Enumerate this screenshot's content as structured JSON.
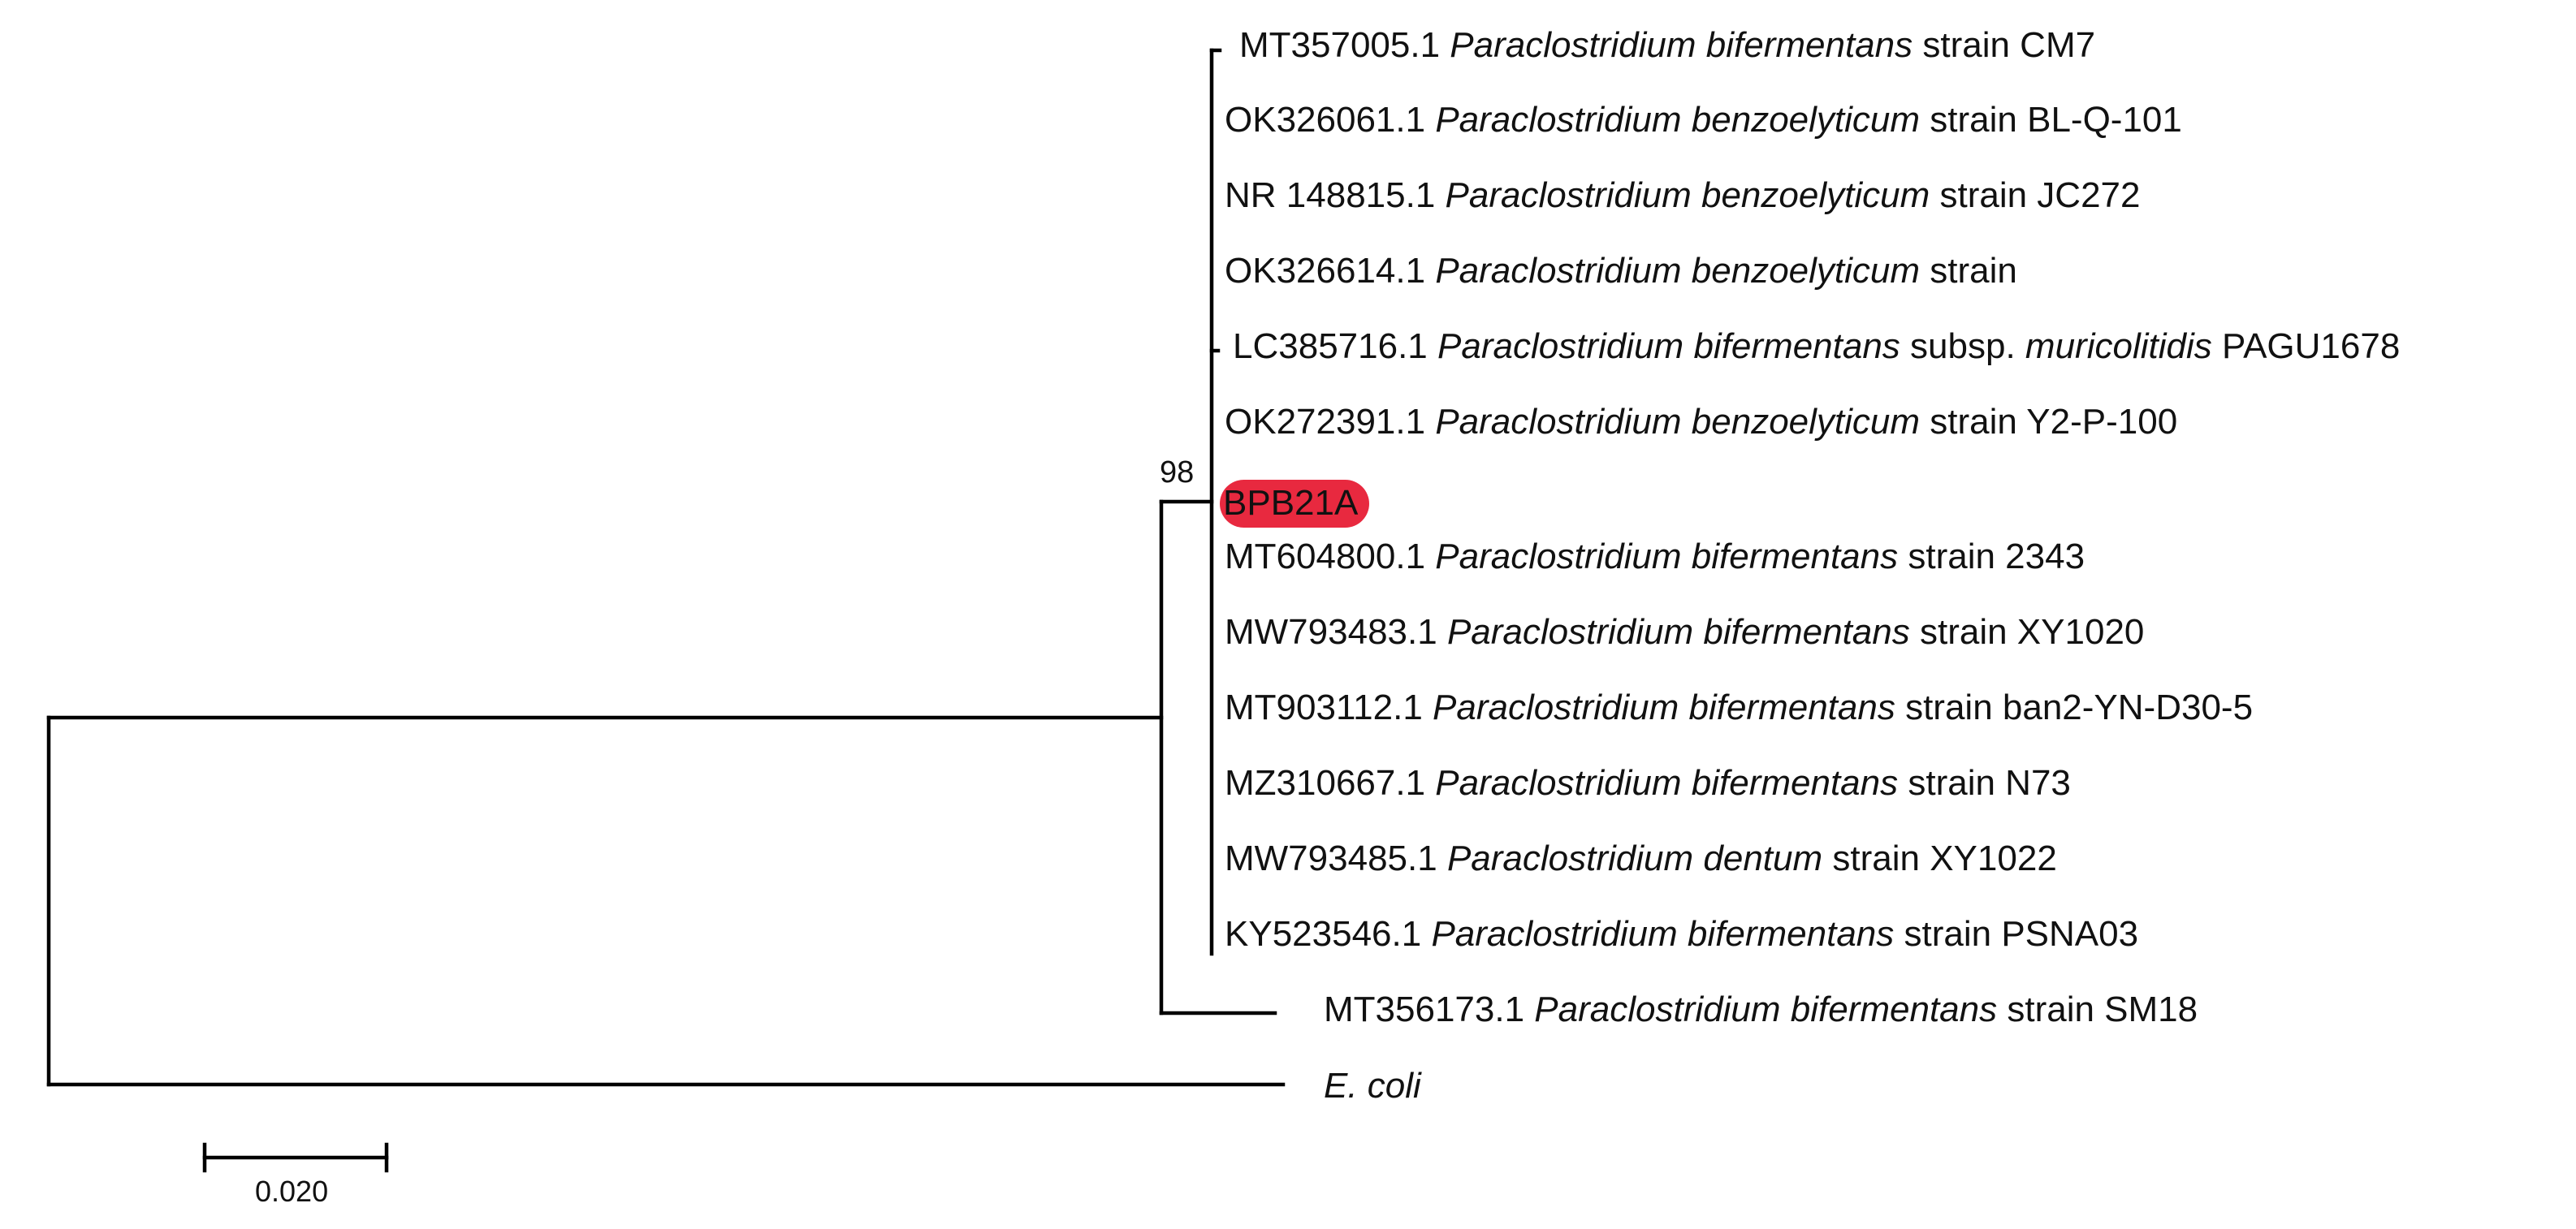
{
  "tree": {
    "leaves": [
      {
        "accession": "MT357005.1",
        "genus": "Paraclostridium",
        "species": "bifermentans",
        "suffix": "strain CM7"
      },
      {
        "accession": "OK326061.1",
        "genus": "Paraclostridium",
        "species": "benzoelyticum",
        "suffix": "strain BL-Q-101"
      },
      {
        "accession": "NR 148815.1",
        "genus": "Paraclostridium",
        "species": "benzoelyticum",
        "suffix": "strain JC272"
      },
      {
        "accession": "OK326614.1",
        "genus": "Paraclostridium",
        "species": "benzoelyticum",
        "suffix": "strain"
      },
      {
        "accession": "LC385716.1",
        "genus": "Paraclostridium",
        "species": "bifermentans",
        "suffix": "subsp.",
        "subspecies": "muricolitidis",
        "strain": "PAGU1678"
      },
      {
        "accession": "OK272391.1",
        "genus": "Paraclostridium",
        "species": "benzoelyticum",
        "suffix": "strain Y2-P-100"
      },
      {
        "label": "BPB21A",
        "highlight": "#e8293f"
      },
      {
        "accession": "MT604800.1",
        "genus": "Paraclostridium",
        "species": "bifermentans",
        "suffix": "strain 2343"
      },
      {
        "accession": "MW793483.1",
        "genus": "Paraclostridium",
        "species": "bifermentans",
        "suffix": "strain XY1020"
      },
      {
        "accession": "MT903112.1",
        "genus": "Paraclostridium",
        "species": "bifermentans",
        "suffix": "strain ban2-YN-D30-5"
      },
      {
        "accession": "MZ310667.1",
        "genus": "Paraclostridium",
        "species": "bifermentans",
        "suffix": "strain N73"
      },
      {
        "accession": "MW793485.1",
        "genus": "Paraclostridium",
        "species": "dentum",
        "suffix": "strain XY1022"
      },
      {
        "accession": "KY523546.1",
        "genus": "Paraclostridium",
        "species": "bifermentans",
        "suffix": "strain PSNA03"
      },
      {
        "accession": "MT356173.1",
        "genus": "Paraclostridium",
        "species": "bifermentans",
        "suffix": "strain SM18"
      },
      {
        "species_text": "E. coli"
      }
    ],
    "bootstrap": "98",
    "scale_bar_value": "0.020",
    "line_color": "#000000",
    "highlight_color": "#e8293f"
  }
}
